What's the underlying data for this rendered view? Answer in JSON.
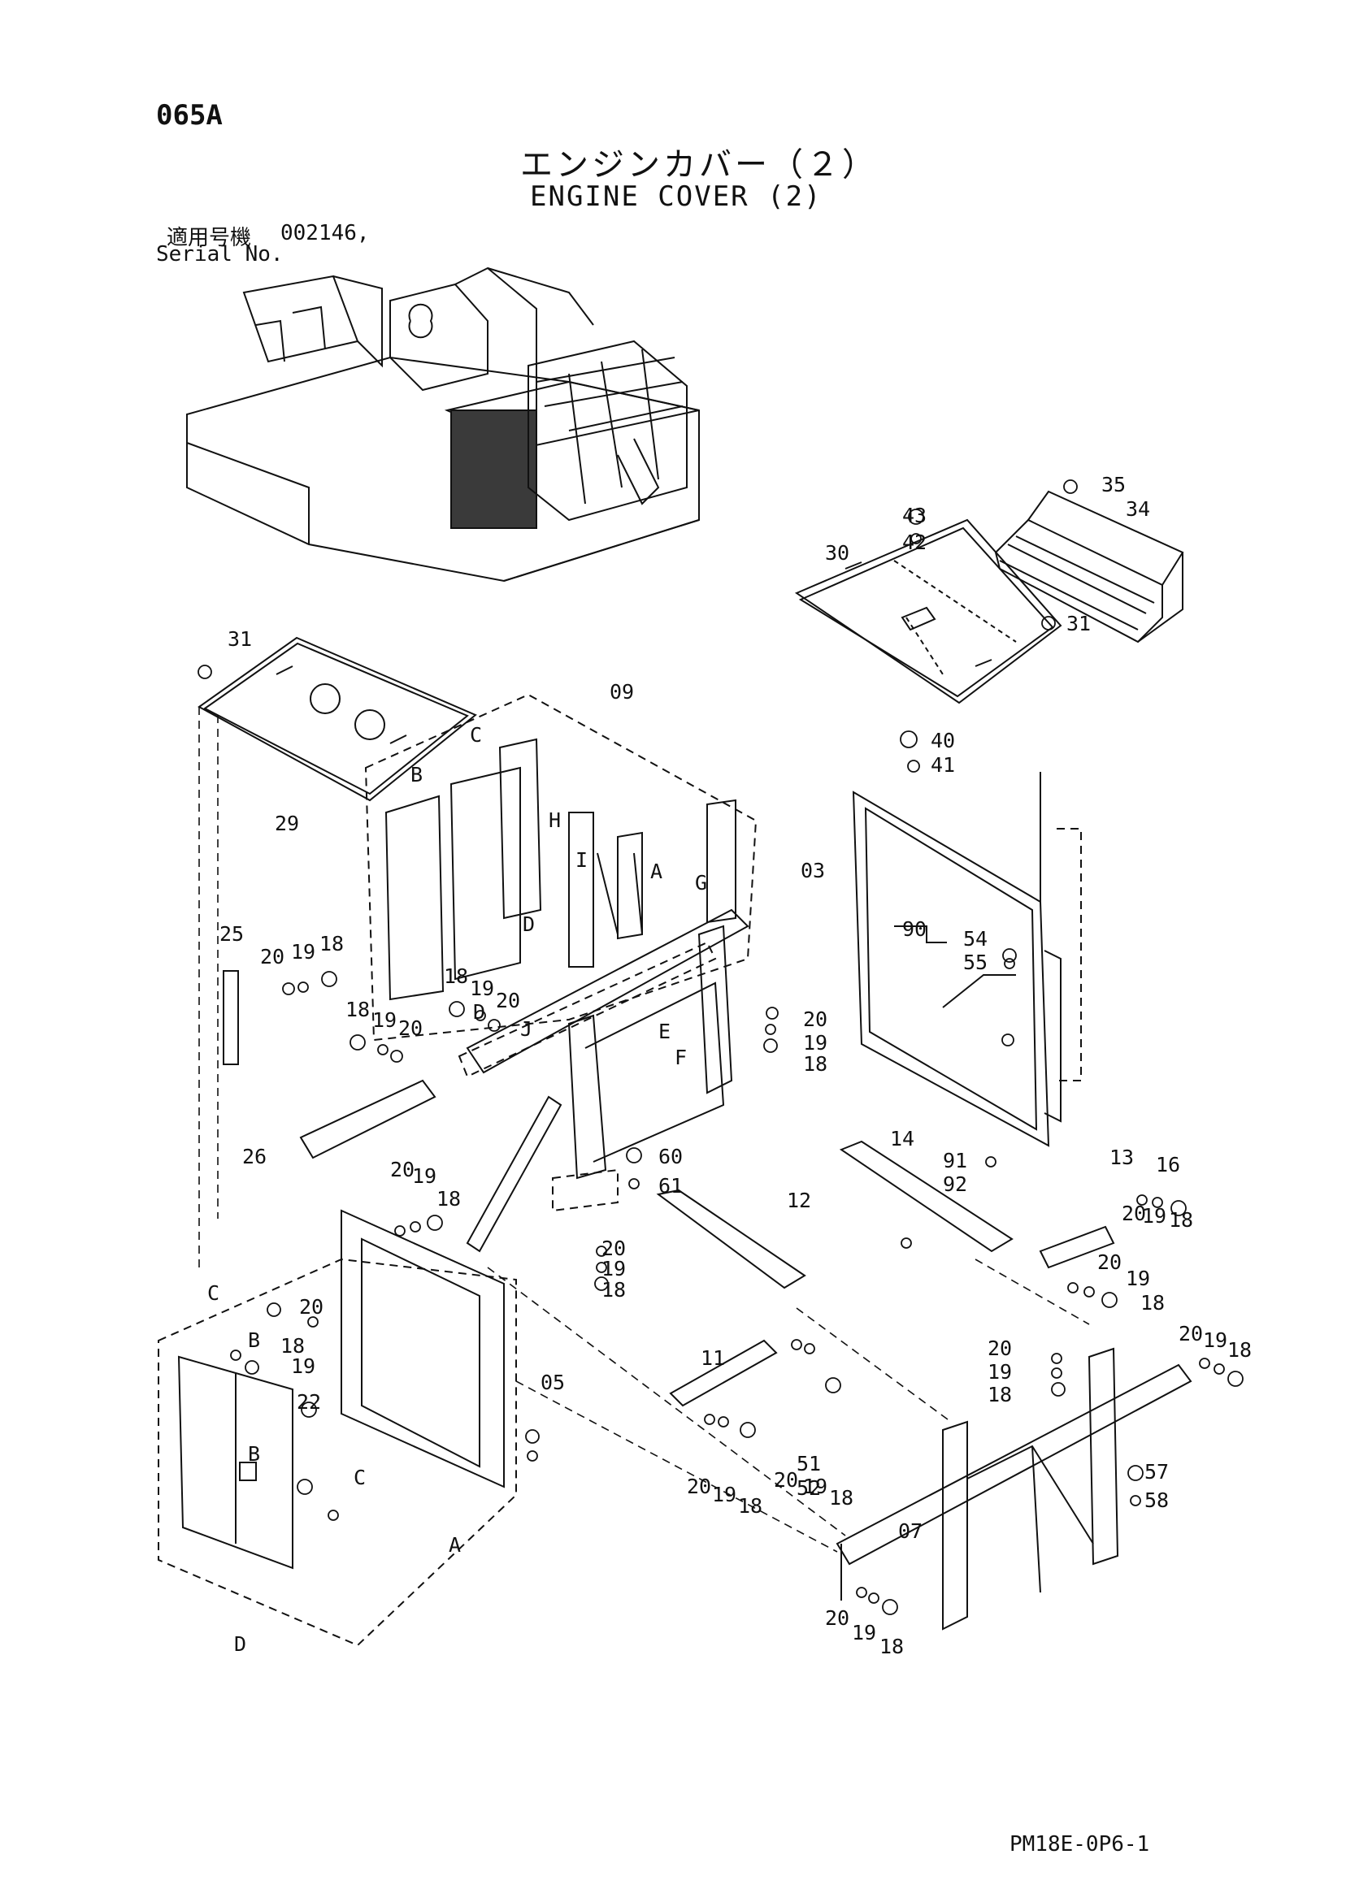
{
  "header": {
    "page_code": "065A",
    "title_jp": "エンジンカバー（２）",
    "title_en": "ENGINE COVER (2)",
    "serial_label_jp": "適用号機",
    "serial_value": "002146,",
    "serial_label_en": "Serial No."
  },
  "footer": {
    "drawing_code": "PM18E-0P6-1"
  },
  "callouts": [
    "35",
    "34",
    "43",
    "42",
    "30",
    "31",
    "40",
    "41",
    "31",
    "29",
    "09",
    "C",
    "B",
    "H",
    "G",
    "I",
    "D",
    "A",
    "D",
    "J",
    "03",
    "90",
    "54",
    "55",
    "25",
    "20",
    "19",
    "18",
    "18",
    "19",
    "20",
    "18",
    "19",
    "20",
    "20",
    "19",
    "18",
    "E",
    "F",
    "26",
    "60",
    "61",
    "91",
    "92",
    "14",
    "13",
    "20",
    "19",
    "18",
    "20",
    "19",
    "18",
    "16",
    "20",
    "19",
    "18",
    "12",
    "20",
    "19",
    "18",
    "C",
    "20",
    "B",
    "18",
    "19",
    "22",
    "05",
    "11",
    "51",
    "52",
    "B",
    "C",
    "A",
    "D",
    "20",
    "19",
    "18",
    "20",
    "19",
    "18",
    "20",
    "19",
    "18",
    "20",
    "19",
    "18",
    "07",
    "57",
    "58",
    "20",
    "19",
    "18"
  ]
}
